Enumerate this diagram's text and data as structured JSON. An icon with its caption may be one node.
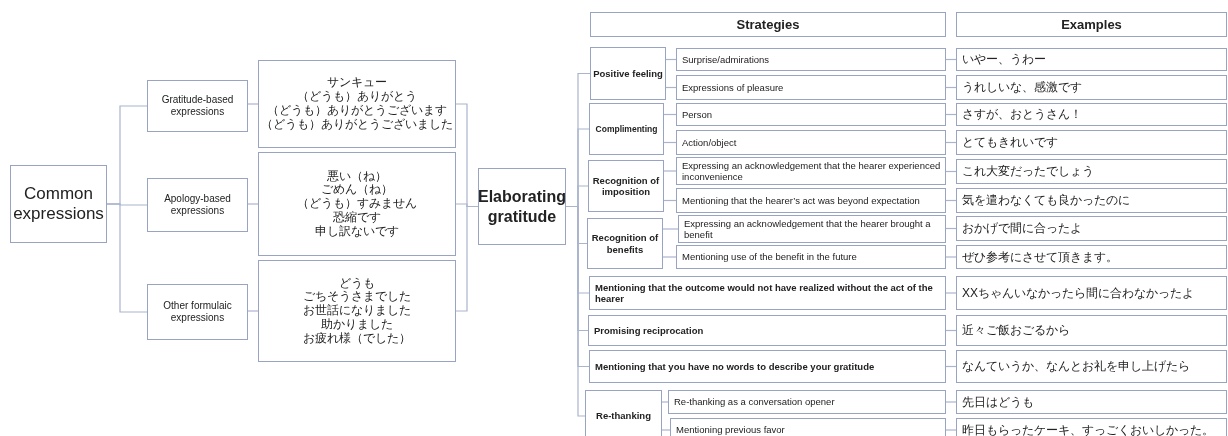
{
  "diagram": {
    "nodes": [
      {
        "text": [
          "Common expressions"
        ]
      },
      {
        "text": [
          "Gratitude-based expressions"
        ]
      },
      {
        "text": [
          "Apology-based expressions"
        ]
      },
      {
        "text": [
          "Other formulaic expressions"
        ]
      },
      {
        "text": [
          "サンキュー",
          "（どうも）ありがとう",
          "（どうも）ありがとうございます",
          "（どうも）ありがとうございました"
        ]
      },
      {
        "text": [
          "悪い（ね）",
          "ごめん（ね）",
          "（どうも）すみません",
          "恐縮です",
          "申し訳ないです"
        ]
      },
      {
        "text": [
          "どうも",
          "ごちそうさまでした",
          "お世話になりました",
          "助かりました",
          "お疲れ様（でした）"
        ]
      },
      {
        "text": [
          "Elaborating gratitude"
        ]
      },
      {
        "text": [
          "Strategies"
        ]
      },
      {
        "text": [
          "Examples"
        ]
      },
      {
        "text": [
          "Positive feeling"
        ]
      },
      {
        "text": [
          "Surprise/admirations"
        ]
      },
      {
        "text": [
          "いやー、うわー"
        ]
      },
      {
        "text": [
          "Expressions of pleasure"
        ]
      },
      {
        "text": [
          "うれしいな、感激です"
        ]
      },
      {
        "text": [
          "Complimenting"
        ]
      },
      {
        "text": [
          "Person"
        ]
      },
      {
        "text": [
          "さすが、おとうさん！"
        ]
      },
      {
        "text": [
          "Action/object"
        ]
      },
      {
        "text": [
          "とてもきれいです"
        ]
      },
      {
        "text": [
          "Recognition of imposition"
        ]
      },
      {
        "text": [
          "Expressing an acknowledgement that the hearer experienced inconvenience"
        ]
      },
      {
        "text": [
          "これ大変だったでしょう"
        ]
      },
      {
        "text": [
          "Mentioning that the hearer’s act was beyond expectation"
        ]
      },
      {
        "text": [
          "気を遣わなくても良かったのに"
        ]
      },
      {
        "text": [
          "Recognition of benefits"
        ]
      },
      {
        "text": [
          "Expressing an acknowledgement that the hearer brought a benefit"
        ]
      },
      {
        "text": [
          "おかげで間に合ったよ"
        ]
      },
      {
        "text": [
          "Mentioning use of the benefit in the future"
        ]
      },
      {
        "text": [
          "ぜひ参考にさせて頂きます。"
        ]
      },
      {
        "text": [
          "Mentioning that the outcome would not have realized without the act of the hearer"
        ]
      },
      {
        "text": [
          "XXちゃんいなかったら間に合わなかったよ"
        ]
      },
      {
        "text": [
          "Promising reciprocation"
        ]
      },
      {
        "text": [
          "近々ご飯おごるから"
        ]
      },
      {
        "text": [
          "Mentioning that you have no words to describe your gratitude"
        ]
      },
      {
        "text": [
          "なんていうか、なんとお礼を申し上げたら"
        ]
      },
      {
        "text": [
          "Re-thanking"
        ]
      },
      {
        "text": [
          "Re-thanking as a conversation opener"
        ]
      },
      {
        "text": [
          "先日はどうも"
        ]
      },
      {
        "text": [
          "Mentioning previous favor"
        ]
      },
      {
        "text": [
          "昨日もらったケーキ、すっごくおいしかった。"
        ]
      }
    ],
    "edges": [
      {
        "from": 0,
        "to": 1,
        "arrow": "none"
      },
      {
        "from": 0,
        "to": 2,
        "arrow": "none"
      },
      {
        "from": 0,
        "to": 3,
        "arrow": "none"
      },
      {
        "from": 1,
        "to": 4,
        "arrow": "none"
      },
      {
        "from": 2,
        "to": 5,
        "arrow": "none"
      },
      {
        "from": 3,
        "to": 6,
        "arrow": "none"
      },
      {
        "from": 4,
        "to": 7,
        "arrow": "none"
      },
      {
        "from": 5,
        "to": 7,
        "arrow": "none"
      },
      {
        "from": 6,
        "to": 7,
        "arrow": "none"
      },
      {
        "from": 7,
        "to": 10,
        "arrow": "none"
      },
      {
        "from": 7,
        "to": 15,
        "arrow": "none"
      },
      {
        "from": 7,
        "to": 20,
        "arrow": "none"
      },
      {
        "from": 7,
        "to": 25,
        "arrow": "none"
      },
      {
        "from": 7,
        "to": 30,
        "arrow": "none"
      },
      {
        "from": 7,
        "to": 32,
        "arrow": "none"
      },
      {
        "from": 7,
        "to": 34,
        "arrow": "none"
      },
      {
        "from": 7,
        "to": 36,
        "arrow": "none"
      },
      {
        "from": 10,
        "to": 11,
        "arrow": "none"
      },
      {
        "from": 10,
        "to": 13,
        "arrow": "none"
      },
      {
        "from": 15,
        "to": 16,
        "arrow": "none"
      },
      {
        "from": 15,
        "to": 18,
        "arrow": "none"
      },
      {
        "from": 20,
        "to": 21,
        "arrow": "none"
      },
      {
        "from": 20,
        "to": 23,
        "arrow": "none"
      },
      {
        "from": 25,
        "to": 26,
        "arrow": "none"
      },
      {
        "from": 25,
        "to": 28,
        "arrow": "none"
      },
      {
        "from": 36,
        "to": 37,
        "arrow": "none"
      },
      {
        "from": 36,
        "to": 39,
        "arrow": "none"
      },
      {
        "from": 11,
        "to": 12,
        "arrow": "none"
      },
      {
        "from": 13,
        "to": 14,
        "arrow": "none"
      },
      {
        "from": 16,
        "to": 17,
        "arrow": "none"
      },
      {
        "from": 18,
        "to": 19,
        "arrow": "none"
      },
      {
        "from": 21,
        "to": 22,
        "arrow": "none"
      },
      {
        "from": 23,
        "to": 24,
        "arrow": "none"
      },
      {
        "from": 26,
        "to": 27,
        "arrow": "none"
      },
      {
        "from": 28,
        "to": 29,
        "arrow": "none"
      },
      {
        "from": 30,
        "to": 31,
        "arrow": "none"
      },
      {
        "from": 32,
        "to": 33,
        "arrow": "none"
      },
      {
        "from": 34,
        "to": 35,
        "arrow": "none"
      },
      {
        "from": 37,
        "to": 38,
        "arrow": "none"
      },
      {
        "from": 39,
        "to": 40,
        "arrow": "none"
      }
    ]
  }
}
